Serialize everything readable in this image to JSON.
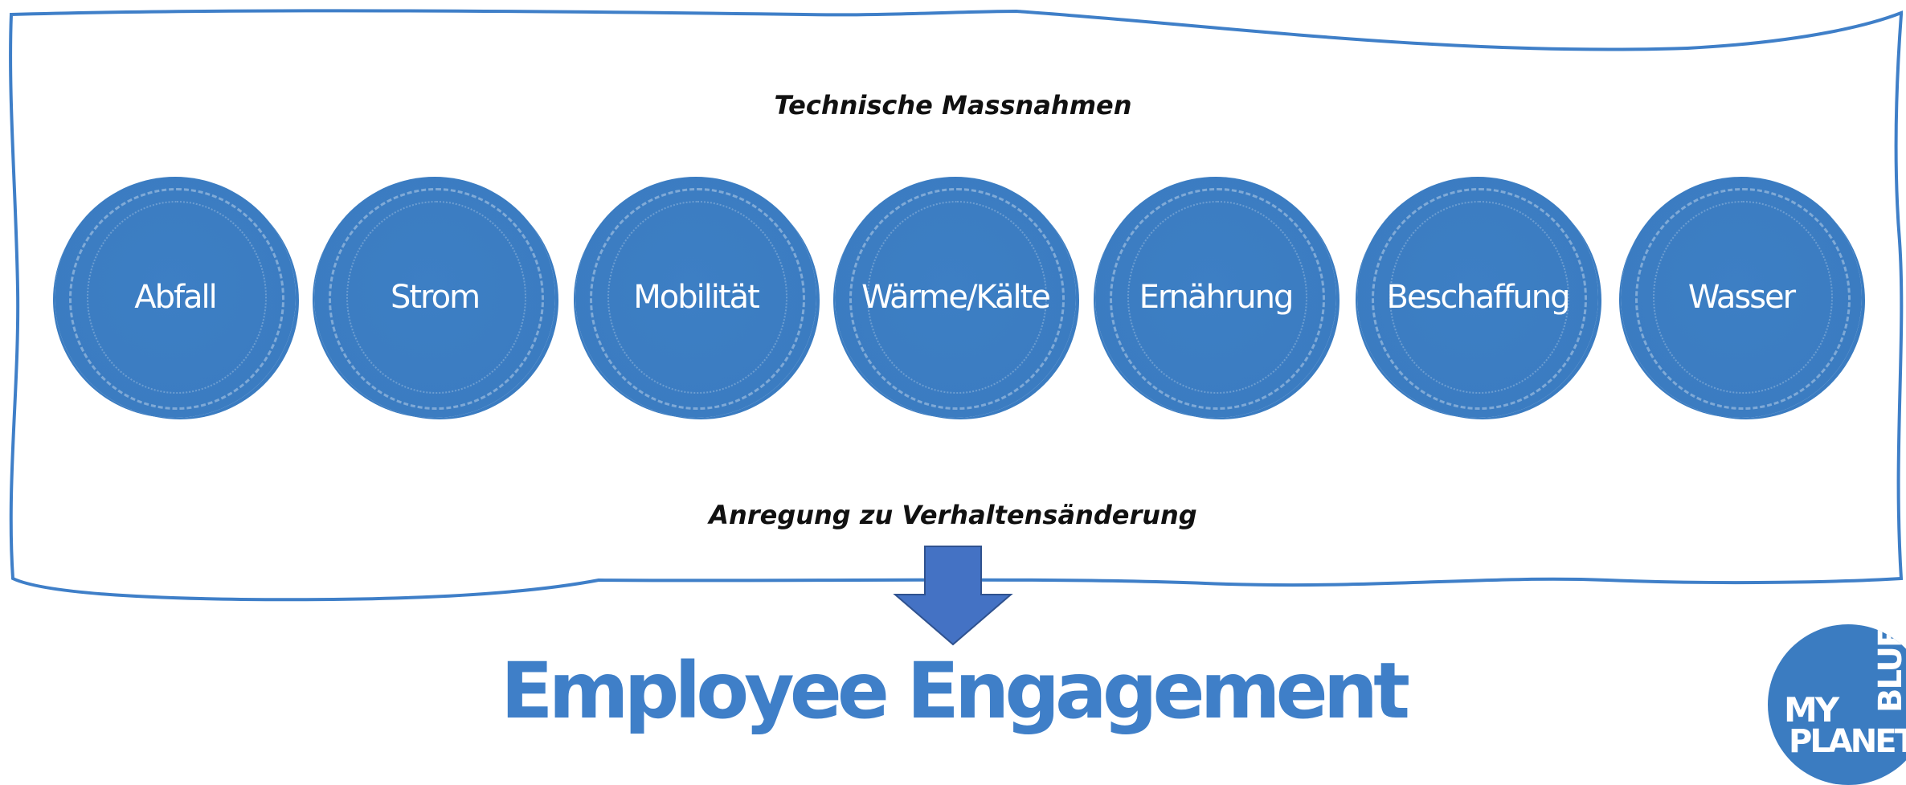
{
  "diagram": {
    "top_label": "Technische Massnahmen",
    "bottom_label": "Anregung zu Verhaltensänderung",
    "categories": [
      "Abfall",
      "Strom",
      "Mobilität",
      "Wärme/Kälte",
      "Ernährung",
      "Beschaffung",
      "Wasser"
    ],
    "result_title": "Employee Engagement"
  },
  "logo": {
    "line1": "MY",
    "line2": "BLUE",
    "line3": "PLANET",
    "registered": "®"
  },
  "colors": {
    "accent": "#3b7cc1",
    "arrow": "#4472c4",
    "frame_border": "#3f7fc8",
    "title": "#3f7fc8"
  }
}
